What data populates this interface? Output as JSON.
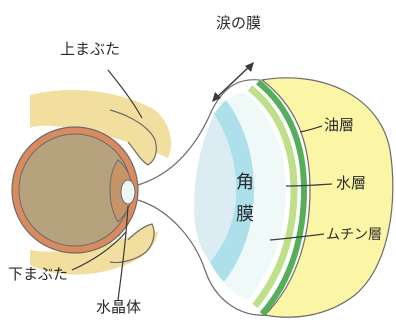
{
  "labels": {
    "tear_film": "涙の膜",
    "upper_eyelid": "上まぶた",
    "lower_eyelid": "下まぶた",
    "lens": "水晶体",
    "cornea_1": "角",
    "cornea_2": "膜",
    "oil_layer": "油層",
    "water_layer": "水層",
    "mucin_layer": "ムチン層"
  },
  "colors": {
    "eyelid": "#f2dfa0",
    "sclera_ring": "#d98a5e",
    "eyeball": "#b7a27e",
    "iris": "#c69466",
    "cornea": "#dcecf3",
    "mucin_layer": "#aee0ec",
    "water_layer": "#eef9f8",
    "oil_band_light": "#bfe08a",
    "oil_band_dark": "#57ae5a",
    "oil_layer": "#fbf6a6",
    "outline": "#6b6b6b",
    "leader_line": "#3a3a3a"
  }
}
